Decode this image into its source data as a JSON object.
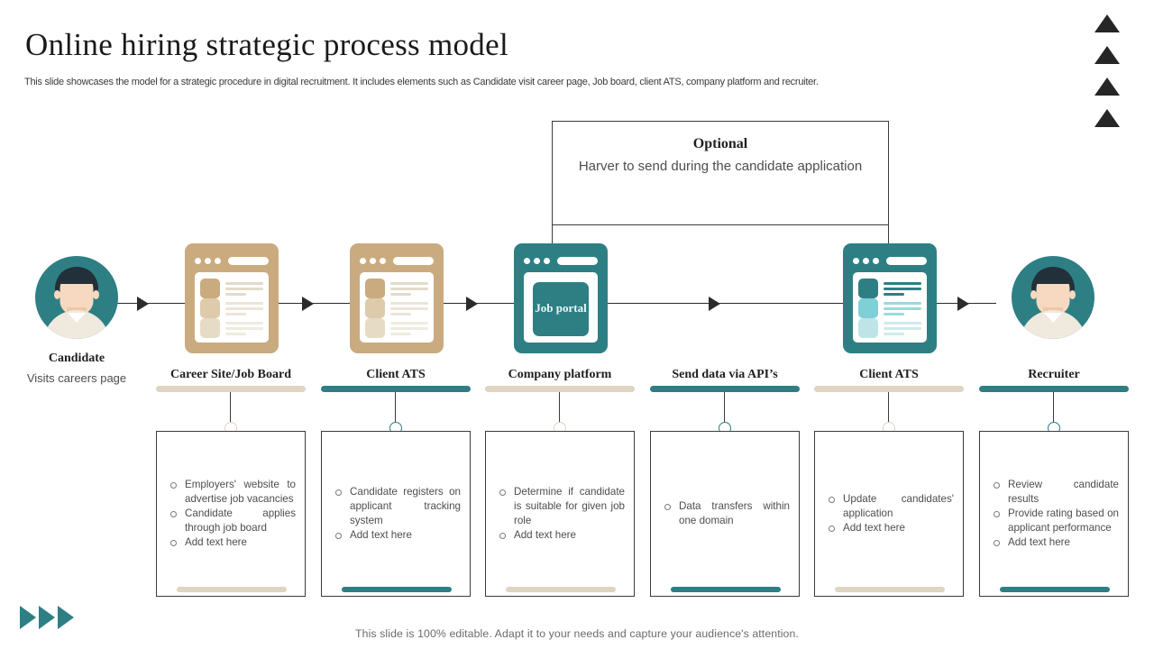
{
  "header": {
    "title": "Online hiring strategic  process model",
    "subtitle": "This slide showcases the model for a strategic procedure in digital recruitment. It includes elements such as Candidate visit career page, Job board, client ATS,  company platform and recruiter."
  },
  "colors": {
    "teal": "#2d7f84",
    "teal_light": "#7ecfd6",
    "beige": "#c9ab7f",
    "beige_light": "#e2dbcb",
    "ink": "#2b2b2b"
  },
  "optional": {
    "title": "Optional",
    "body": "Harver to send during the candidate application"
  },
  "endpoints": {
    "left": {
      "name": "Candidate",
      "sub": "Visits careers page",
      "icon": "person-avatar-icon"
    },
    "right": {
      "name": "Recruiter",
      "sub": "",
      "icon": "person-avatar-icon"
    }
  },
  "stages": [
    {
      "id": "career-site",
      "label": "Career Site/Job Board",
      "accent": "#ded5c2",
      "icon": "browser-window-icon",
      "icon_theme": "beige",
      "has_icon": true,
      "bullets": [
        "Employers' website to advertise job vacancies",
        "Candidate applies through job board",
        "Add text here"
      ]
    },
    {
      "id": "client-ats-1",
      "label": "Client ATS",
      "accent": "#2d7f84",
      "icon": "browser-window-icon",
      "icon_theme": "beige",
      "has_icon": true,
      "bullets": [
        "Candidate registers on applicant tracking system",
        "Add text here"
      ]
    },
    {
      "id": "company-platform",
      "label": "Company platform",
      "accent": "#ded5c2",
      "icon": "job-portal-window-icon",
      "icon_theme": "teal-portal",
      "has_icon": true,
      "portal_text": "Job portal",
      "bullets": [
        "Determine if candidate is suitable for given job role",
        "Add text here"
      ]
    },
    {
      "id": "send-data-api",
      "label": "Send data via API’s",
      "accent": "#2d7f84",
      "icon": "",
      "icon_theme": "",
      "has_icon": false,
      "bullets": [
        "Data transfers within one domain"
      ]
    },
    {
      "id": "client-ats-2",
      "label": "Client ATS",
      "accent": "#ded5c2",
      "icon": "browser-window-icon",
      "icon_theme": "teal",
      "has_icon": true,
      "bullets": [
        "Update candidates' application",
        "Add text here"
      ]
    },
    {
      "id": "recruiter",
      "label": "Recruiter",
      "accent": "#2d7f84",
      "icon": "",
      "icon_theme": "",
      "has_icon": false,
      "bullets": [
        "Review candidate results",
        "Provide rating based on applicant performance",
        "Add text here"
      ]
    }
  ],
  "decorations": {
    "top_right_triangles": 4,
    "bottom_left_triangles": 3,
    "triangle_up_icon": "triangle-up-icon",
    "triangle_right_icon": "triangle-right-icon"
  },
  "footer": {
    "text": "This slide is 100% editable. Adapt it to your needs and capture your audience's attention."
  }
}
